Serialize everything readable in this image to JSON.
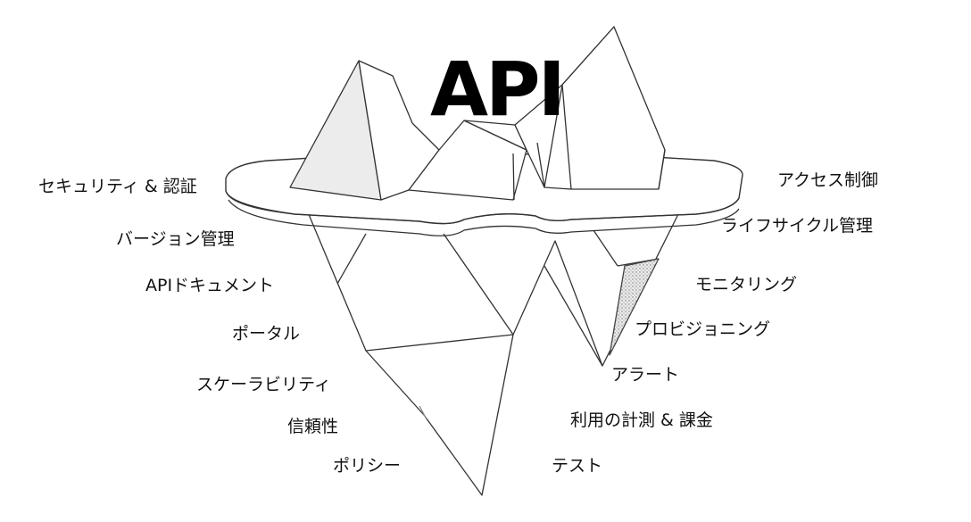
{
  "title": "API",
  "labels": {
    "security_auth": "セキュリティ & 認証",
    "version_mgmt": "バージョン管理",
    "api_docs": "APIドキュメント",
    "portal": "ポータル",
    "scalability": "スケーラビリティ",
    "reliability": "信頼性",
    "policy": "ポリシー",
    "access_control": "アクセス制御",
    "lifecycle_mgmt": "ライフサイクル管理",
    "monitoring": "モニタリング",
    "provisioning": "プロビジョニング",
    "alerts": "アラート",
    "usage_metering_billing": "利用の計測 & 課金",
    "testing": "テスト"
  }
}
